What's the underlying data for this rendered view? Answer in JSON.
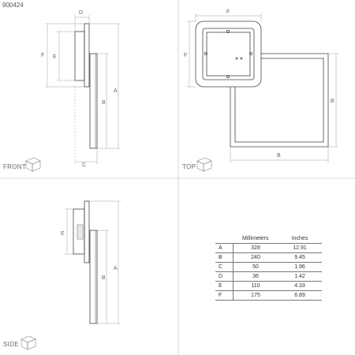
{
  "product_code": "900424",
  "views": {
    "front": "FRONT",
    "top": "TOP",
    "side": "SIDE"
  },
  "dimension_letters": {
    "a": "A",
    "b": "B",
    "c": "C",
    "d": "D",
    "e": "E",
    "f": "F"
  },
  "table": {
    "headers": [
      "",
      "Millimeters",
      "Inches"
    ],
    "rows": [
      {
        "key": "A",
        "mm": "328",
        "inch": "12.91"
      },
      {
        "key": "B",
        "mm": "240",
        "inch": "9.45"
      },
      {
        "key": "C",
        "mm": "50",
        "inch": "1.96"
      },
      {
        "key": "D",
        "mm": "36",
        "inch": "1.42"
      },
      {
        "key": "E",
        "mm": "110",
        "inch": "4.33"
      },
      {
        "key": "F",
        "mm": "175",
        "inch": "6.89"
      }
    ]
  }
}
